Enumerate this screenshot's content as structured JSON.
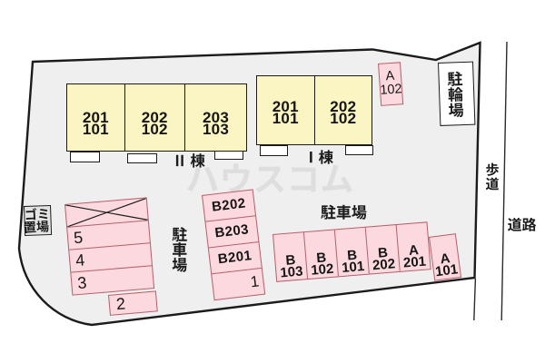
{
  "watermark": {
    "text": "ハウスコム"
  },
  "area_labels": {
    "sidewalk": "歩道",
    "road": "道路",
    "bicycle_parking": "駐輪場",
    "garbage_storage": "ゴミ置場",
    "parking_lot_left": "駐車場",
    "parking_lot_right": "駐車場"
  },
  "buildings": [
    {
      "name": "Ⅱ棟",
      "units": [
        {
          "upper": "201",
          "lower": "101"
        },
        {
          "upper": "202",
          "lower": "102"
        },
        {
          "upper": "203",
          "lower": "103"
        }
      ]
    },
    {
      "name": "Ⅰ棟",
      "units": [
        {
          "upper": "201",
          "lower": "101"
        },
        {
          "upper": "202",
          "lower": "102"
        }
      ]
    }
  ],
  "detached_unit": {
    "line1": "A",
    "line2": "102"
  },
  "parking_spaces": {
    "left_column": [
      "5",
      "4",
      "3"
    ],
    "left_column_offset": "2",
    "middle_column": [
      "B202",
      "B203",
      "B201",
      "1"
    ],
    "bottom_row": [
      {
        "line1": "B",
        "line2": "103"
      },
      {
        "line1": "B",
        "line2": "102"
      },
      {
        "line1": "B",
        "line2": "101"
      },
      {
        "line1": "B",
        "line2": "202"
      },
      {
        "line1": "A",
        "line2": "201"
      }
    ],
    "detached": {
      "line1": "A",
      "line2": "101"
    }
  },
  "colors": {
    "site_fill": "#efefef",
    "building_fill": "#fbf5c3",
    "space_fill": "#fbd9df",
    "space_border": "#b4606a",
    "outline": "#1b1b1b",
    "thin_line": "#2b2b2b",
    "watermark": "#dedede",
    "text": "#151515"
  }
}
